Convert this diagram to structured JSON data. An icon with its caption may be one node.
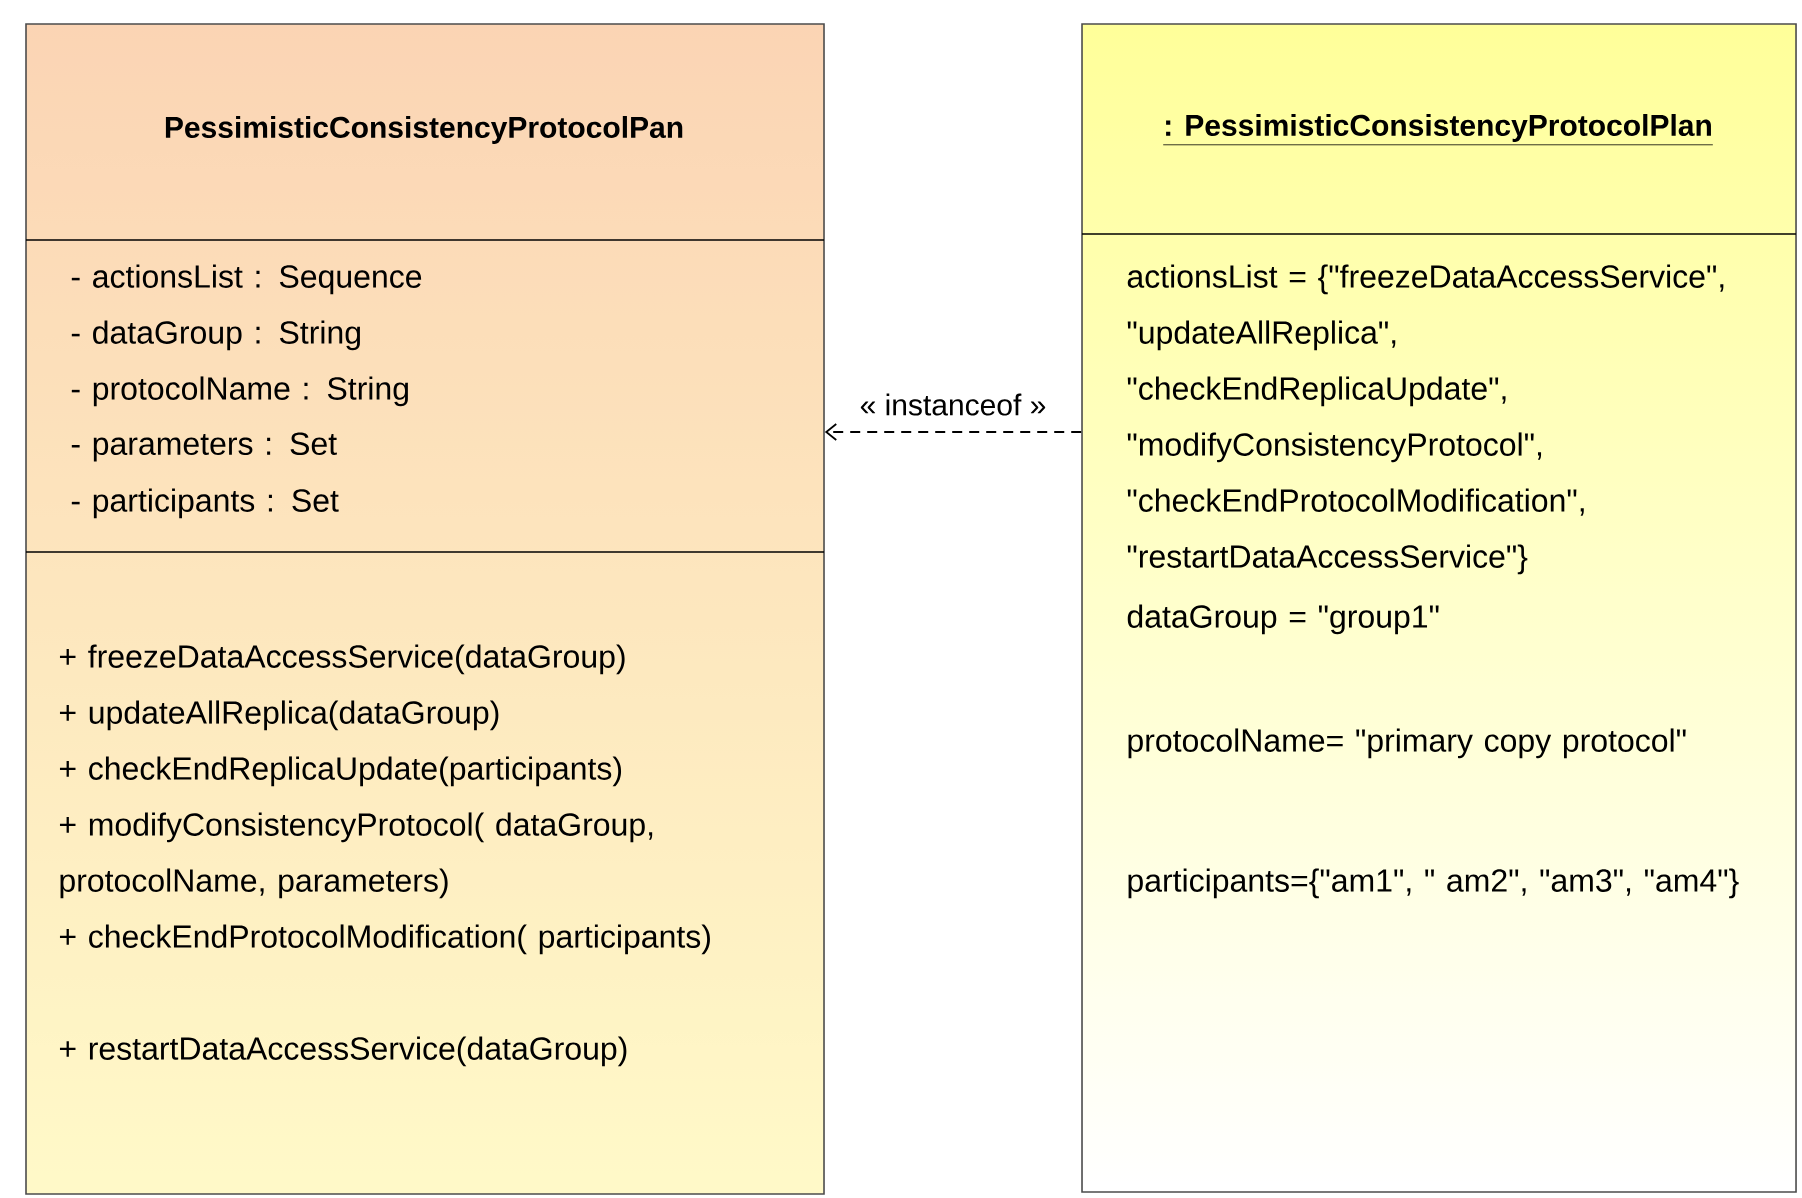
{
  "diagram": {
    "nodes": [
      {
        "text": [
          "PessimisticConsistencyProtocolPan",
          "- actionsList : Sequence",
          "- dataGroup : String",
          "- protocolName : String",
          "- parameters : Set",
          "- participants : Set",
          "+ freezeDataAccessService(dataGroup)",
          "+ updateAllReplica(dataGroup)",
          "+ checkEndReplicaUpdate(participants)",
          "+ modifyConsistencyProtocol( dataGroup, protocolName, parameters)",
          "+ checkEndProtocolModification( participants)",
          "+ restartDataAccessService(dataGroup)"
        ]
      },
      {
        "text": [
          ": PessimisticConsistencyProtocolPlan",
          "actionsList = {\"freezeDataAccessService\", \"updateAllReplica\", \"checkEndReplicaUpdate\", \"modifyConsistencyProtocol\", \"checkEndProtocolModification\", \"restartDataAccessService\"}",
          "dataGroup = \"group1\"",
          "protocolName= \"primary copy protocol\"",
          "participants={\"am1\", \" am2\", \"am3\",  \"am4\"}"
        ]
      }
    ],
    "edges": [
      {
        "from": 1,
        "to": 0,
        "arrow": "to",
        "style": "dashed",
        "label": "« instanceof »"
      }
    ]
  }
}
